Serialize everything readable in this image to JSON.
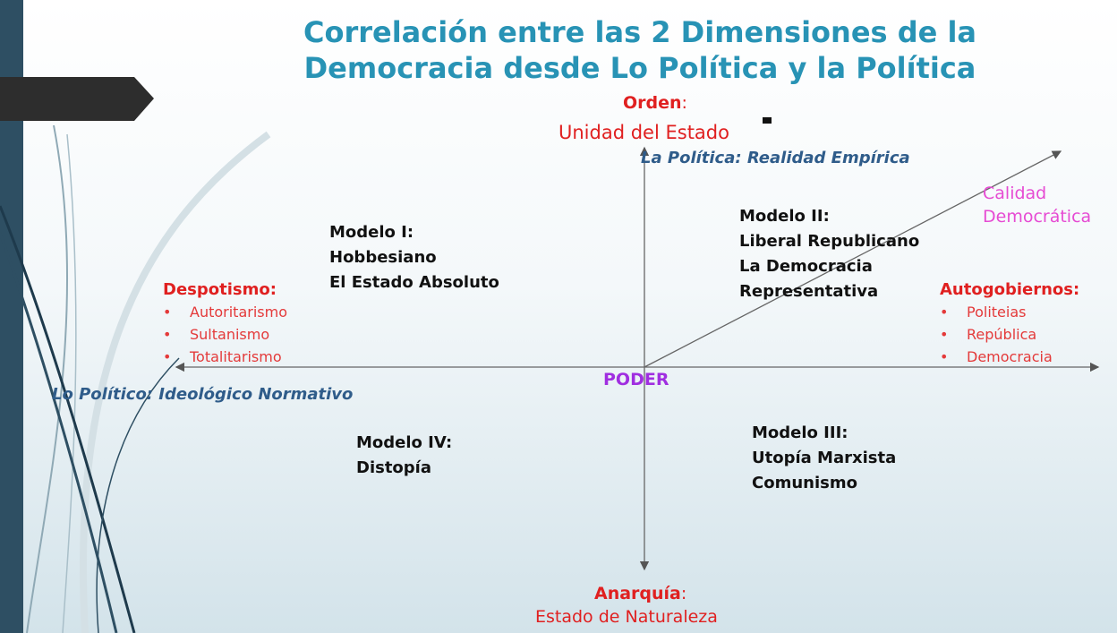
{
  "title_line1": "Correlación entre las 2 Dimensiones de la",
  "title_line2": "Democracia desde Lo Política y la Política",
  "north": {
    "label": "Orden",
    "suffix": ":",
    "subtitle": "Unidad del Estado"
  },
  "south": {
    "label": "Anarquía",
    "suffix": ":",
    "subtitle": "Estado de Naturaleza"
  },
  "center_label": "PODER",
  "vertical_axis_caption": "La Política: Realidad Empírica",
  "horizontal_axis_caption": "Lo Político: Ideológico Normativo",
  "diagonal_label": {
    "line1": "Calidad",
    "line2": "Democrática"
  },
  "west": {
    "title": "Despotismo:",
    "items": [
      "Autoritarismo",
      "Sultanismo",
      "Totalitarismo"
    ]
  },
  "east": {
    "title": "Autogobiernos:",
    "items": [
      "Politeias",
      "República",
      "Democracia"
    ]
  },
  "models": {
    "model1": [
      "Modelo I:",
      "Hobbesiano",
      "El Estado Absoluto"
    ],
    "model2": [
      "Modelo II:",
      "Liberal Republicano",
      "La Democracia",
      "Representativa"
    ],
    "model3": [
      "Modelo III:",
      "Utopía Marxista",
      "Comunismo"
    ],
    "model4": [
      "Modelo IV:",
      "Distopía"
    ]
  },
  "colors": {
    "title": "#2893b5",
    "poles": "#e02020",
    "center": "#a02ee0",
    "diagonal": "#e64bd3",
    "axis_caption": "#2f5c8a"
  },
  "bullet_glyph": "•"
}
